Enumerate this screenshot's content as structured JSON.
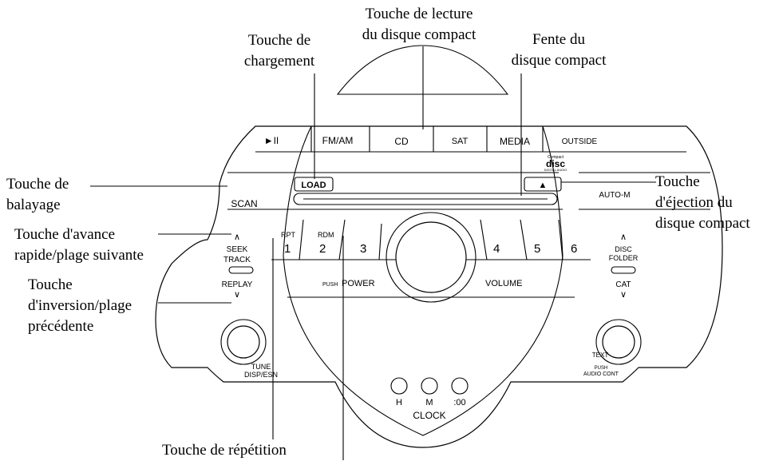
{
  "callouts": {
    "cd_play": [
      "Touche de lecture",
      "du disque compact"
    ],
    "load": [
      "Touche de",
      "chargement"
    ],
    "cd_slot": [
      "Fente du",
      "disque compact"
    ],
    "scan": [
      "Touche de",
      "balayage"
    ],
    "eject": [
      "Touche",
      "d'éjection du",
      "disque compact"
    ],
    "seek": [
      "Touche d'avance",
      "rapide/plage suivante"
    ],
    "replay": [
      "Touche",
      "d'inversion/plage",
      "précédente"
    ],
    "repeat": [
      "Touche de répétition"
    ]
  },
  "panel": {
    "play_pause": "►II",
    "fm_am": "FM/AM",
    "cd": "CD",
    "sat": "SAT",
    "media": "MEDIA",
    "outside": "OUTSIDE",
    "load": "LOAD",
    "eject": "▲",
    "scan": "SCAN",
    "auto_m": "AUTO-M",
    "seek_arrow": "∧",
    "seek": "SEEK",
    "track": "TRACK",
    "replay": "REPLAY",
    "replay_arrow": "∨",
    "disc_arrow": "∧",
    "disc": "DISC",
    "folder": "FOLDER",
    "cat": "CAT",
    "cat_arrow": "∨",
    "presets": [
      {
        "number": "1",
        "tag": "RPT"
      },
      {
        "number": "2",
        "tag": "RDM"
      },
      {
        "number": "3",
        "tag": ""
      },
      {
        "number": "4",
        "tag": ""
      },
      {
        "number": "5",
        "tag": ""
      },
      {
        "number": "6",
        "tag": ""
      }
    ],
    "push": "PUSH",
    "power": "POWER",
    "volume": "VOLUME",
    "tune": "TUNE",
    "disp_esn": "DISP/ESN",
    "text": "TEXT",
    "push_right": "PUSH",
    "audio_cont": "AUDIO CONT",
    "clock_buttons": [
      "H",
      "M",
      ":00"
    ],
    "clock": "CLOCK",
    "cd_logo_small": "Compact",
    "cd_logo": "disc",
    "cd_logo_sub": "DIGITAL AUDIO"
  }
}
